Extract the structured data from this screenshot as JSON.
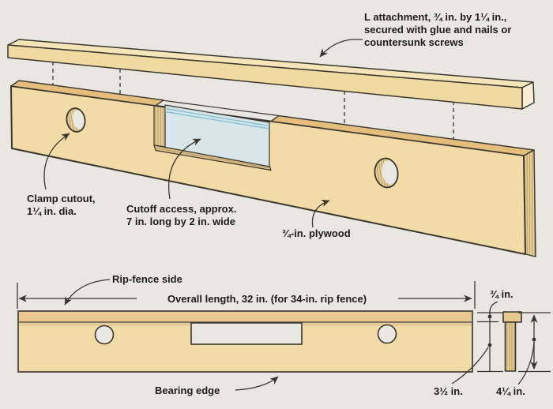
{
  "diagram": {
    "perspective_view": {
      "labels": {
        "l_attachment": [
          "L attachment, ¾ in. by 1¼ in.,",
          "secured with glue and nails or",
          "countersunk screws"
        ],
        "clamp_cutout": [
          "Clamp cutout,",
          "1¼ in. dia."
        ],
        "cutoff_access": [
          "Cutoff access, approx.",
          "7 in. long by 2 in. wide"
        ],
        "plywood": "¾-in. plywood"
      }
    },
    "front_view": {
      "labels": {
        "rip_fence_side": "Rip-fence side",
        "overall_length": "Overall length, 32 in. (for 34-in. rip fence)",
        "bearing_edge": "Bearing edge"
      }
    },
    "end_view": {
      "labels": {
        "cap_thickness": "¾ in.",
        "board_height": "3½ in.",
        "total_height": "4¼ in."
      }
    },
    "colors": {
      "background": "#e9e7e1",
      "text": "#1e1c19",
      "outline": "#3a372f",
      "soft_outline": "#5a564e",
      "wood_face": "#f2dba6",
      "wood_strip": "#e5bd7d",
      "wood_top_face": "#f7e5ba",
      "wood_end_face": "#f9eed4",
      "rail_face": "#f1d9a2",
      "ply_base": "#e9d09a",
      "ply_stripe": "#b4975e",
      "shelf_fill": "#dbbf86",
      "front_strip": "#eac88f",
      "cap_fill": "#e8c98f",
      "cutout_fill": "#d7e7ec",
      "cutout_line": "#85c2d6",
      "hole_fill": "#eae8e2"
    }
  }
}
